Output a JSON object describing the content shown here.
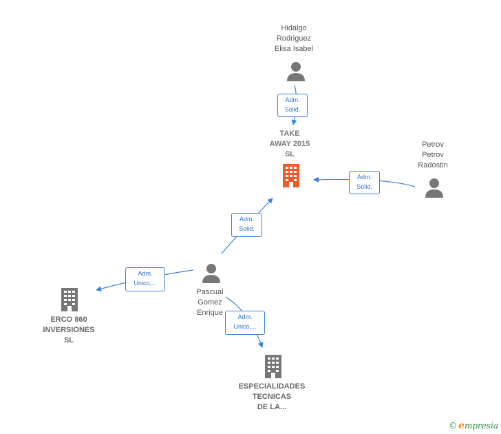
{
  "nodes": {
    "hidalgo": {
      "name_lines": [
        "Hidalgo",
        "Rodriguez",
        "Elisa Isabel"
      ],
      "type": "person"
    },
    "take_away": {
      "name_lines": [
        "TAKE",
        "AWAY 2015",
        "SL"
      ],
      "type": "company",
      "focus": true,
      "color": "#f05a28"
    },
    "petrov": {
      "name_lines": [
        "Petrov",
        "Petrov",
        "Radostin"
      ],
      "type": "person"
    },
    "pascual": {
      "name_lines": [
        "Pascual",
        "Gomez",
        "Enrique"
      ],
      "type": "person"
    },
    "erco": {
      "name_lines": [
        "ERCO 860",
        "INVERSIONES",
        "SL"
      ],
      "type": "company"
    },
    "especialidades": {
      "name_lines": [
        "ESPECIALIDADES",
        "TECNICAS",
        "DE LA..."
      ],
      "type": "company"
    }
  },
  "edges": {
    "hidalgo_take": {
      "lines": [
        "Adm.",
        "Solid."
      ]
    },
    "petrov_take": {
      "lines": [
        "Adm.",
        "Solid."
      ]
    },
    "pascual_take": {
      "lines": [
        "Adm.",
        "Solid."
      ]
    },
    "pascual_erco": {
      "lines": [
        "Adm.",
        "Unico,..."
      ]
    },
    "pascual_esp": {
      "lines": [
        "Adm.",
        "Unico,..."
      ]
    }
  },
  "colors": {
    "edge": "#3b82d6",
    "icon": "#777777",
    "focus": "#f05a28"
  },
  "brand": {
    "copyright": "©",
    "initial": "e",
    "rest": "mpresia"
  }
}
